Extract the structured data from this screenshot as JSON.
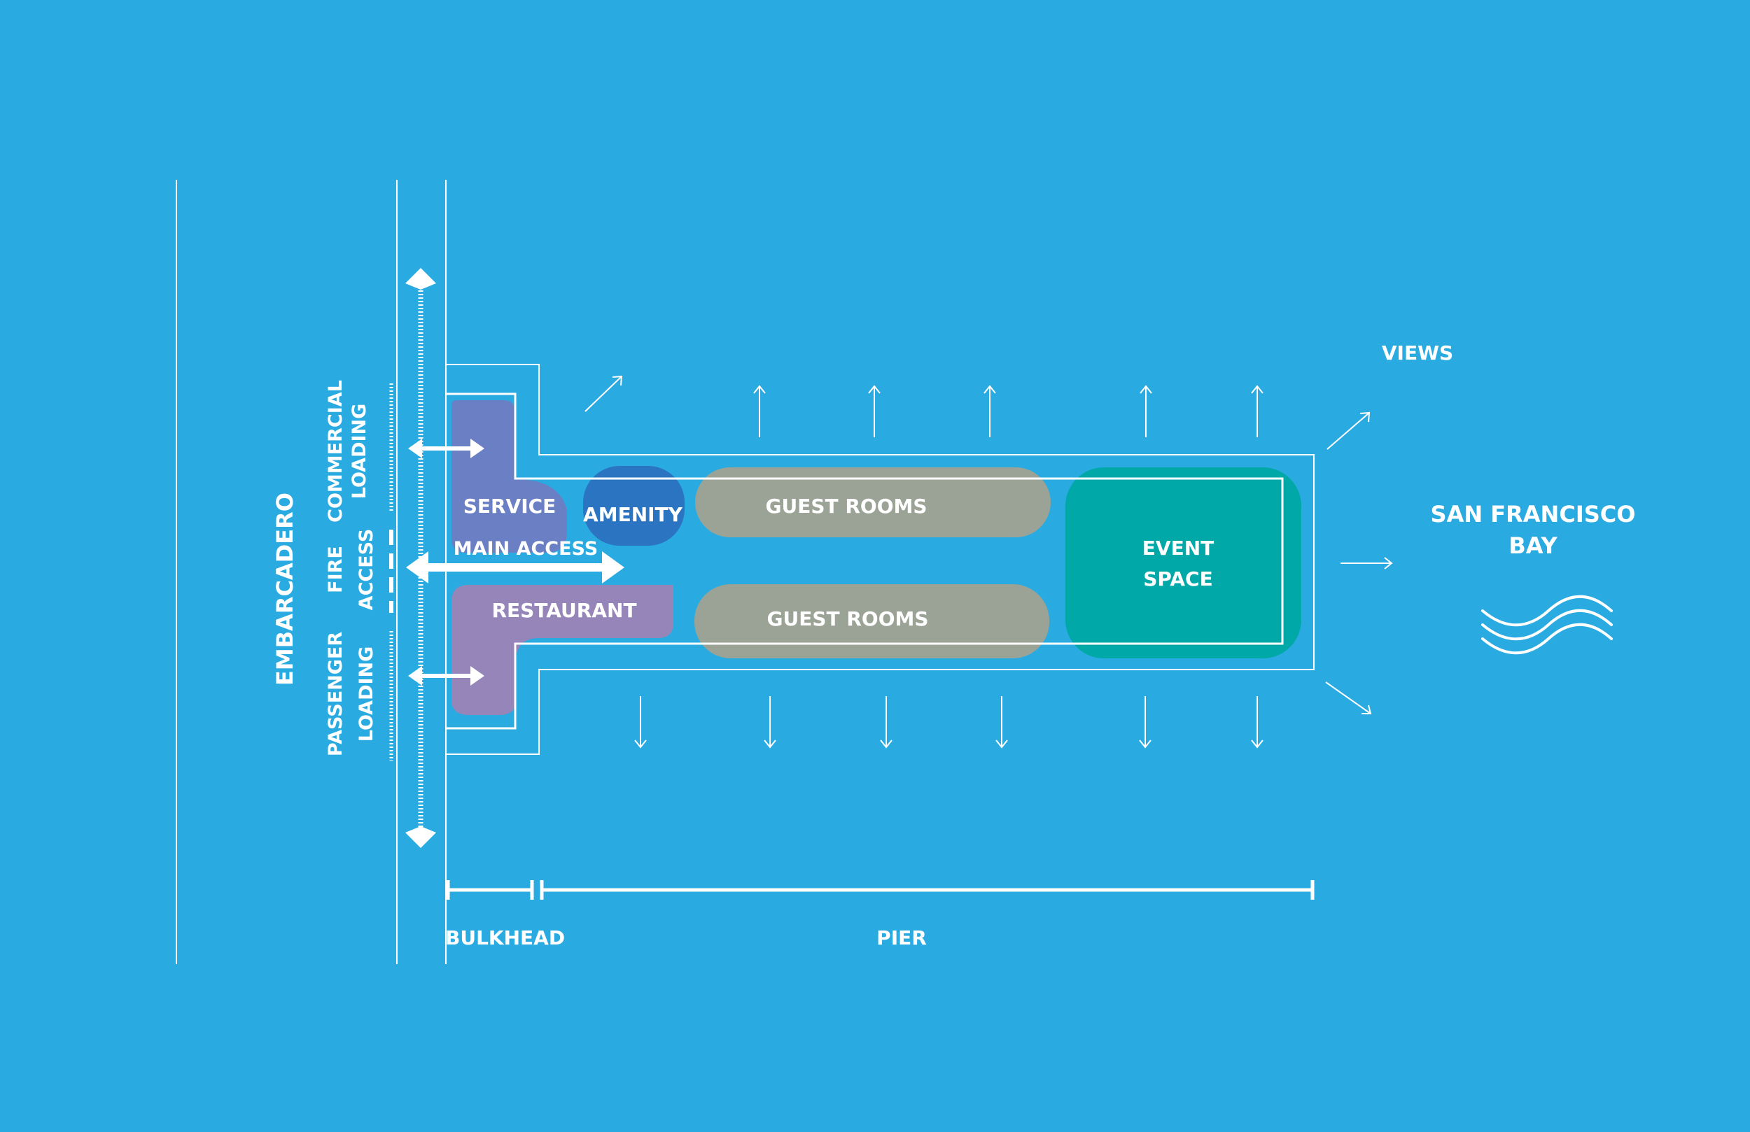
{
  "labels": {
    "embarcadero": "EMBARCADERO",
    "commercial_1": "COMMERCIAL",
    "commercial_2": "LOADING",
    "fire_1": "FIRE",
    "fire_2": "ACCESS",
    "passenger_1": "PASSENGER",
    "passenger_2": "LOADING",
    "service": "SERVICE",
    "amenity": "AMENITY",
    "main_access": "MAIN ACCESS",
    "restaurant": "RESTAURANT",
    "guest_rooms_top": "GUEST ROOMS",
    "guest_rooms_bottom": "GUEST ROOMS",
    "event_1": "EVENT",
    "event_2": "SPACE",
    "views": "VIEWS",
    "bay_1": "SAN FRANCISCO",
    "bay_2": "BAY",
    "bulkhead": "BULKHEAD",
    "pier": "PIER"
  },
  "colors": {
    "background": "#29abe2",
    "line": "#ffffff",
    "service": "#6b7fc4",
    "amenity": "#2b74c2",
    "restaurant": "#9585b8",
    "guest_rooms": "#9aa396",
    "event_space": "#00a8a8"
  },
  "icons": [
    "double-arrow-icon",
    "view-arrow-icon",
    "water-waves-icon"
  ]
}
